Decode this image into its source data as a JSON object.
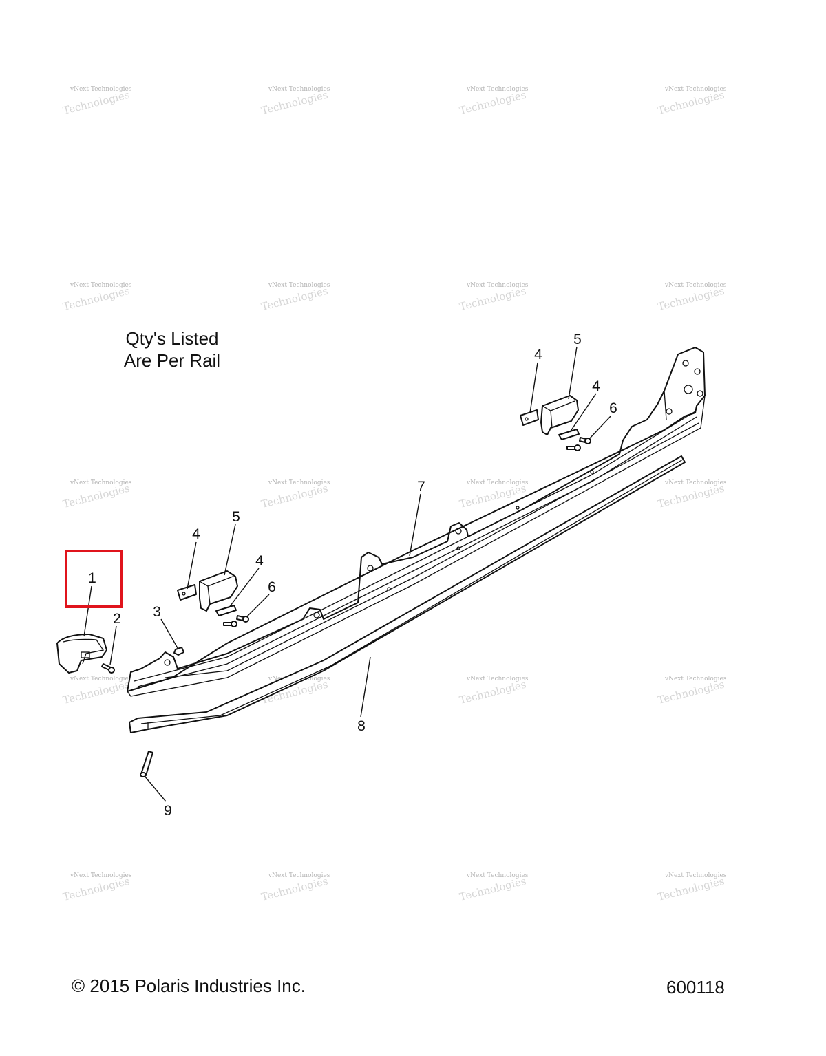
{
  "note": {
    "line1": "Qty's Listed",
    "line2": "Are Per Rail"
  },
  "footer": {
    "copyright": "© 2015 Polaris Industries Inc.",
    "figure_number": "600118"
  },
  "watermark": {
    "line1": "vNext Technologies",
    "line2": "Technologies"
  },
  "highlight_color": "#e0141c",
  "callouts": [
    {
      "id": "c1",
      "label": "1",
      "highlighted": true
    },
    {
      "id": "c2",
      "label": "2"
    },
    {
      "id": "c3",
      "label": "3"
    },
    {
      "id": "c4a",
      "label": "4"
    },
    {
      "id": "c5a",
      "label": "5"
    },
    {
      "id": "c4b",
      "label": "4"
    },
    {
      "id": "c6a",
      "label": "6"
    },
    {
      "id": "c4c",
      "label": "4"
    },
    {
      "id": "c5b",
      "label": "5"
    },
    {
      "id": "c4d",
      "label": "4"
    },
    {
      "id": "c6b",
      "label": "6"
    },
    {
      "id": "c7",
      "label": "7"
    },
    {
      "id": "c8",
      "label": "8"
    },
    {
      "id": "c9",
      "label": "9"
    }
  ]
}
